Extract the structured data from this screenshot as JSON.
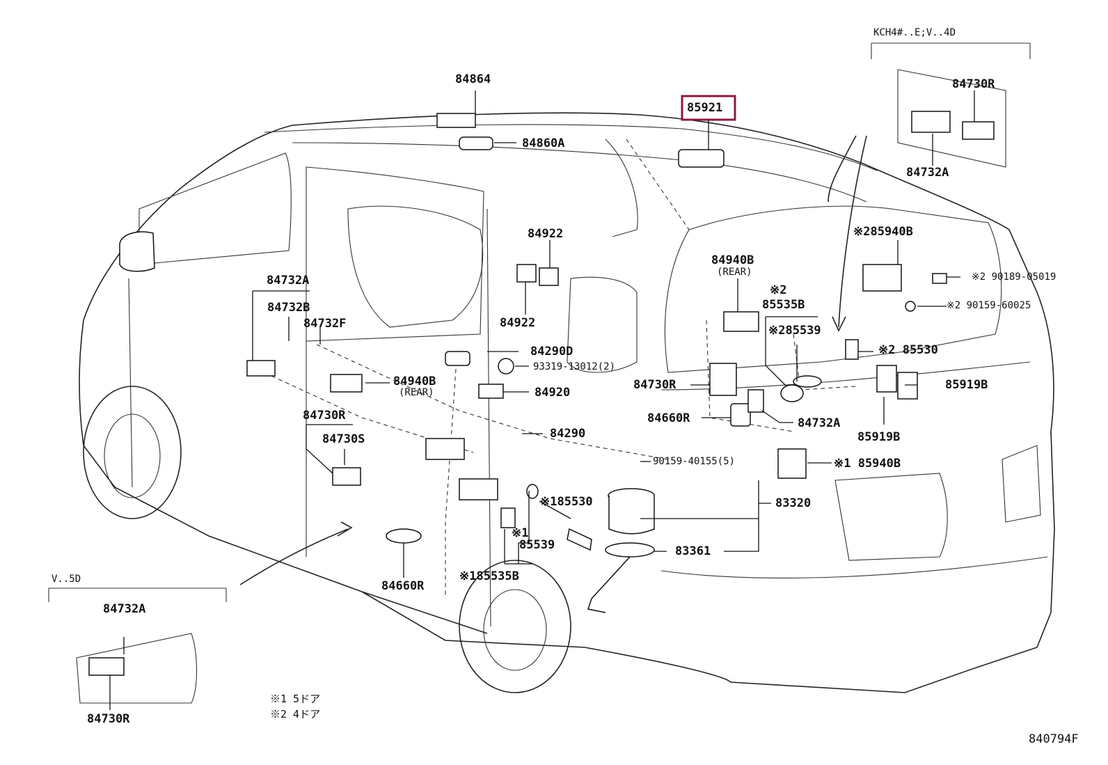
{
  "diagram": {
    "drawing_number": "840794F",
    "insets": {
      "top_right_header": "KCH4#..E;V..4D",
      "bottom_left_header": "V..5D"
    },
    "notes": [
      "※1 5ドア",
      "※2 4ドア"
    ],
    "highlighted_part": "85921",
    "parts": {
      "p84864": "84864",
      "p84860A": "84860A",
      "p85921": "85921",
      "p84730R_tr": "84730R",
      "p84732A_tr": "84732A",
      "p84922_top": "84922",
      "p84922_bot": "84922",
      "p84940B_right": "84940B",
      "p84940B_right_sub": "(REAR)",
      "p85940B_2": "※285940B",
      "p90189": "※2 90189-05019",
      "p90159a": "※2 90159-60025",
      "p85535B_2": "※2 85535B",
      "p85535B_2a": "※2",
      "p85535B_2b": "85535B",
      "p85539_2": "※285539",
      "p85530_2": "※2 85530",
      "p85919B_r": "85919B",
      "p85919B_b": "85919B",
      "p84732A_l": "84732A",
      "p84732B": "84732B",
      "p84732F": "84732F",
      "p84290D": "84290D",
      "p93319": "93319-13012(2)",
      "p84940B_left": "84940B",
      "p84940B_left_sub": "(REAR)",
      "p84920": "84920",
      "p84290": "84290",
      "p84730R_l": "84730R",
      "p84730S": "84730S",
      "p84730R_mid": "84730R",
      "p84660R_mid": "84660R",
      "p84732A_mid": "84732A",
      "p90159b": "90159-40155(5)",
      "p85940B_1": "※1 85940B",
      "p83320": "83320",
      "p85530_1": "※185530",
      "p85539_1a": "※1",
      "p85539_1b": "85539",
      "p83361": "83361",
      "p85535B_1": "※185535B",
      "p84660R_bot": "84660R",
      "p84732A_bl": "84732A",
      "p84730R_bl": "84730R"
    }
  }
}
